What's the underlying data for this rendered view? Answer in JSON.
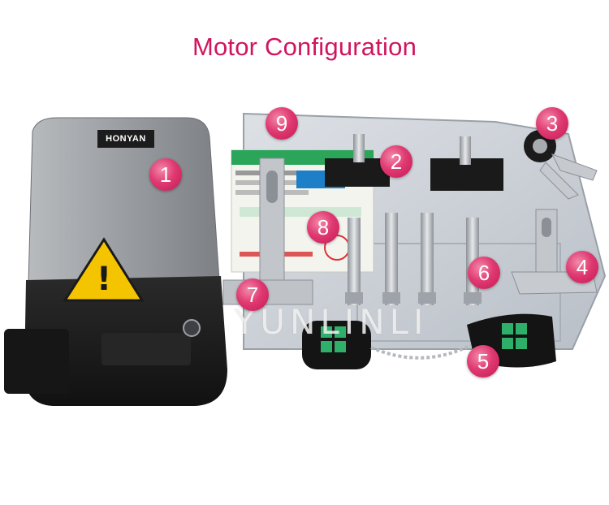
{
  "title": "Motor Configuration",
  "brand_logo": "HONYAN",
  "watermark": "YUNLINLI",
  "callouts": [
    {
      "label": "1"
    },
    {
      "label": "2"
    },
    {
      "label": "3"
    },
    {
      "label": "4"
    },
    {
      "label": "5"
    },
    {
      "label": "6"
    },
    {
      "label": "7"
    },
    {
      "label": "8"
    },
    {
      "label": "9"
    }
  ],
  "colors": {
    "title": "#d0155f",
    "badge": "#e03a72",
    "motor_top": "#9a9da0",
    "motor_base": "#1e1e1e",
    "plate": "#c9cdd3"
  }
}
